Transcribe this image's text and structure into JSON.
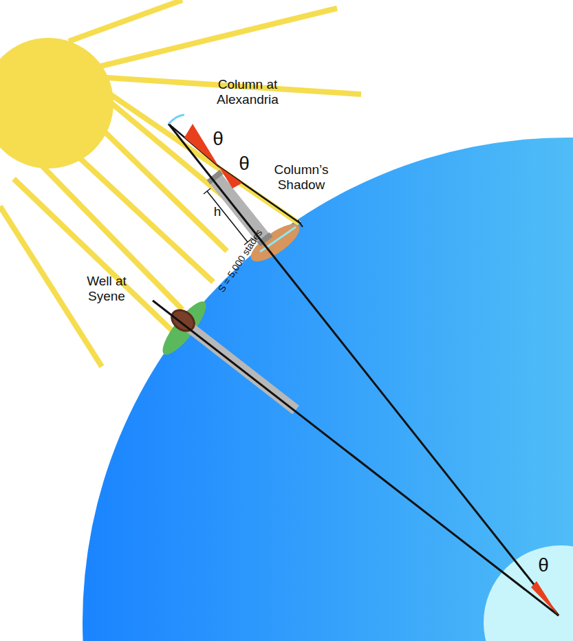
{
  "diagram": {
    "labels": [
      "Column at Alexandria",
      "θ",
      "θ",
      "Column’s Shadow",
      "h",
      "S = 5,000 stades",
      "Well at Syene",
      "θ"
    ]
  }
}
